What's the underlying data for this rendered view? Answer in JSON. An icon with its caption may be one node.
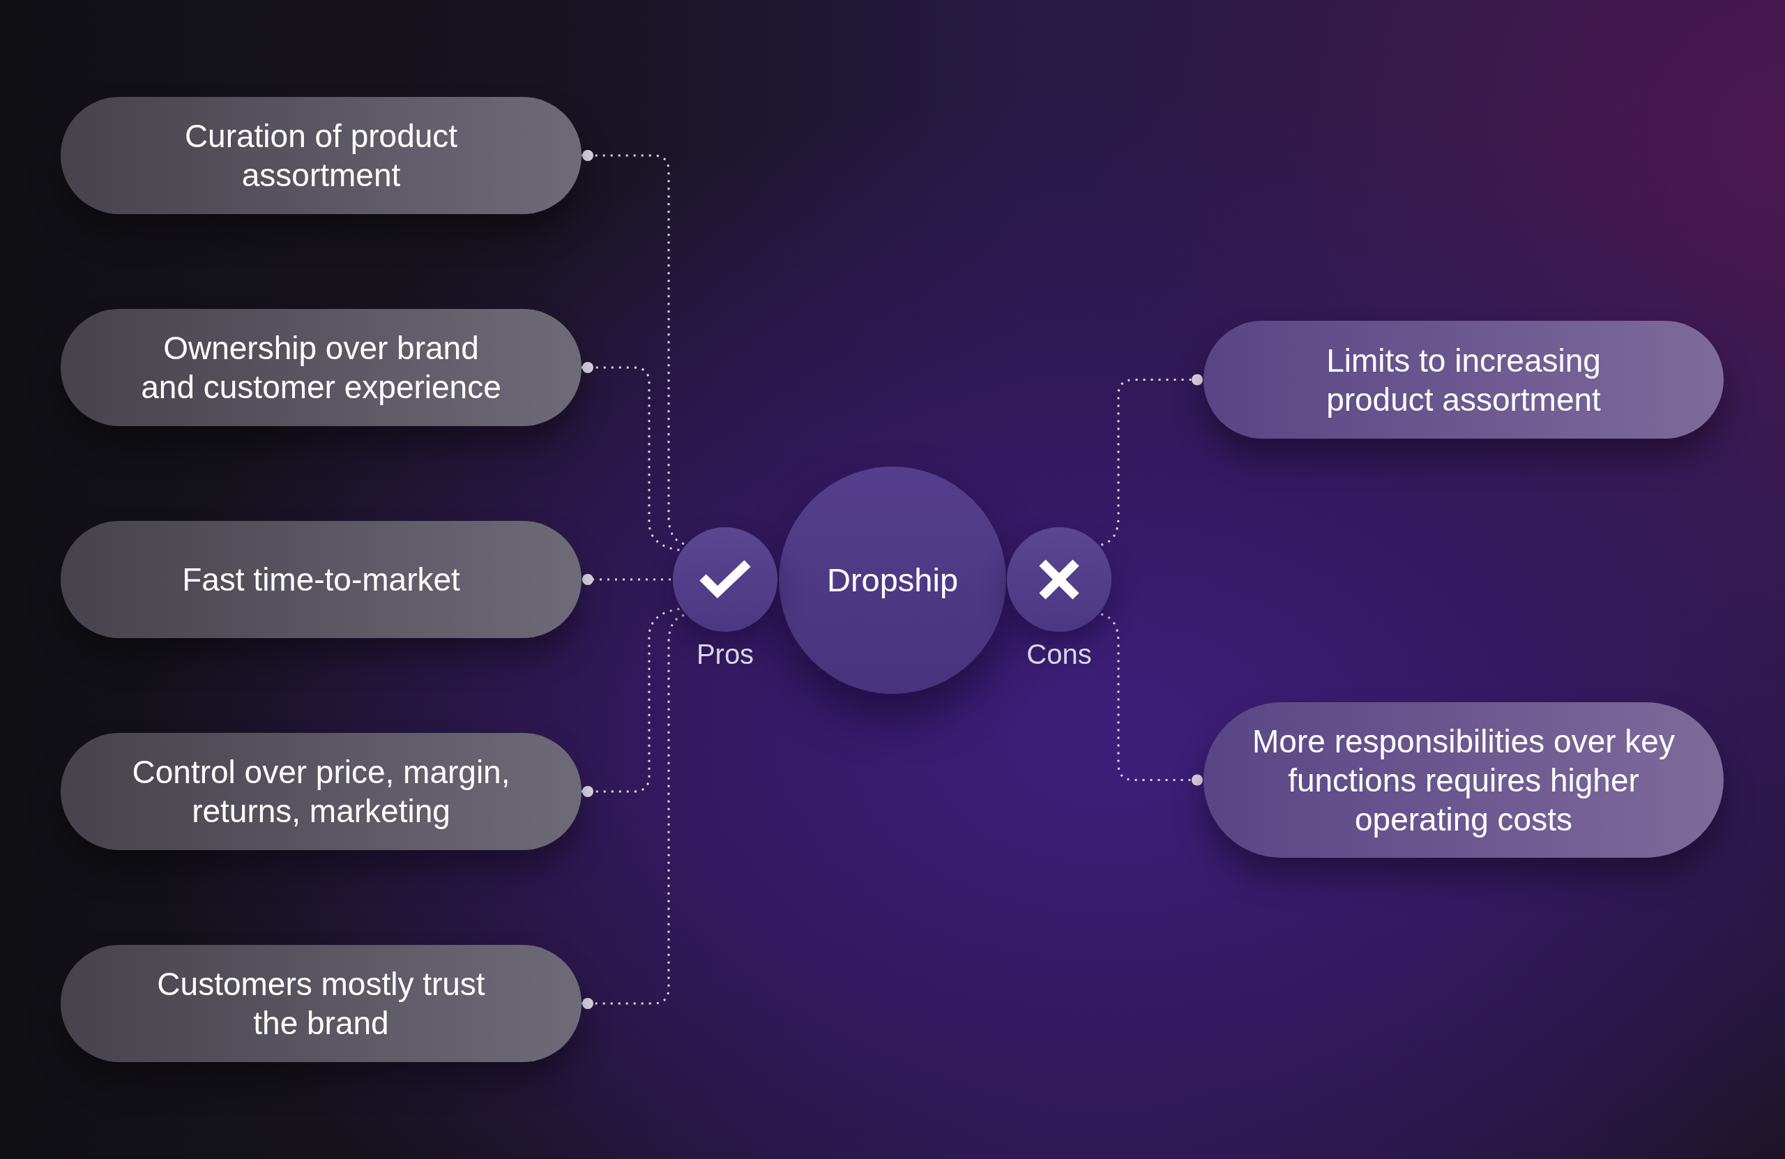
{
  "diagram": {
    "nodes": [
      {
        "text": [
          "Curation of product assortment"
        ]
      },
      {
        "text": [
          "Ownership over brand and customer experience"
        ]
      },
      {
        "text": [
          "Fast time-to-market"
        ]
      },
      {
        "text": [
          "Control over price, margin, returns, marketing"
        ]
      },
      {
        "text": [
          "Customers mostly trust the brand"
        ]
      },
      {
        "text": [],
        "shape": "circle",
        "beside": [
          "Pros"
        ]
      },
      {
        "text": [
          "Dropship"
        ]
      },
      {
        "text": [],
        "shape": "circle",
        "beside": [
          "Cons"
        ]
      },
      {
        "text": [
          "Limits to increasing product assortment"
        ]
      },
      {
        "text": [
          "More responsibilities over key functions requires higher operating costs"
        ]
      }
    ],
    "edges": [
      {
        "from": 5,
        "to": 0,
        "arrow": "other",
        "style": "dashed"
      },
      {
        "from": 5,
        "to": 1,
        "arrow": "other",
        "style": "dashed"
      },
      {
        "from": 5,
        "to": 2,
        "arrow": "other",
        "style": "dashed"
      },
      {
        "from": 5,
        "to": 3,
        "arrow": "other",
        "style": "dashed"
      },
      {
        "from": 5,
        "to": 4,
        "arrow": "other",
        "style": "dashed"
      },
      {
        "from": 7,
        "to": 8,
        "arrow": "other",
        "style": "dashed"
      },
      {
        "from": 7,
        "to": 9,
        "arrow": "other",
        "style": "dashed"
      }
    ]
  }
}
